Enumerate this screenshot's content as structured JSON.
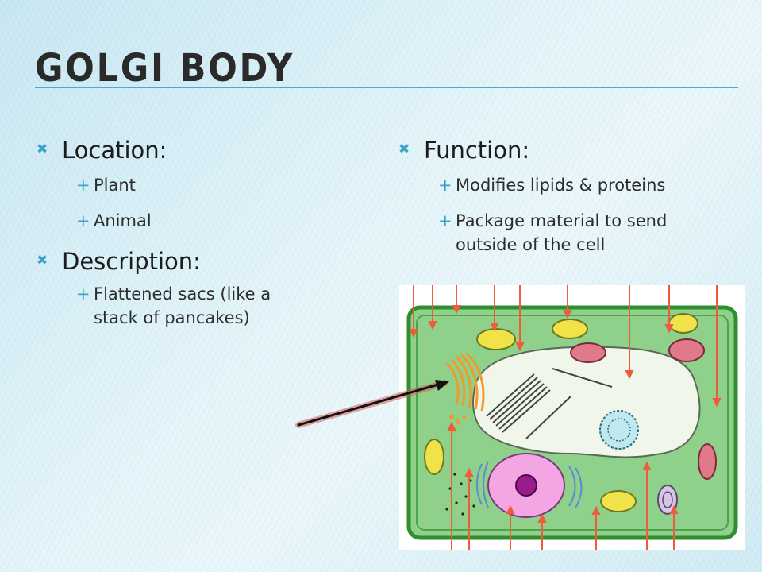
{
  "slide": {
    "title": "Golgi Body",
    "left_column": {
      "sections": [
        {
          "heading": "Location:",
          "items": [
            "Plant",
            "Animal"
          ]
        },
        {
          "heading": "Description:",
          "items": [
            "Flattened sacs (like a",
            "stack of pancakes)"
          ]
        }
      ]
    },
    "right_column": {
      "sections": [
        {
          "heading": "Function:",
          "items": [
            "Modifies lipids & proteins",
            "Package material to send",
            "outside of the cell"
          ]
        }
      ]
    },
    "bullets": {
      "level1_icon": "x-bullet-icon",
      "level1_glyph": "✖",
      "level2_icon": "plus-bullet-icon",
      "level2_glyph": "+"
    },
    "colors": {
      "accent": "#47aece",
      "bullet": "#3aa3c9",
      "cell_wall": "#2f8f2f",
      "cytoplasm": "#8fd08a",
      "vacuole": "#f0f7ea",
      "golgi": "#f39a2a",
      "arrow": "#ef5b3c",
      "pointer": "#111111"
    },
    "image": {
      "subject": "plant-cell-diagram",
      "highlighted_organelle": "golgi-body"
    }
  }
}
